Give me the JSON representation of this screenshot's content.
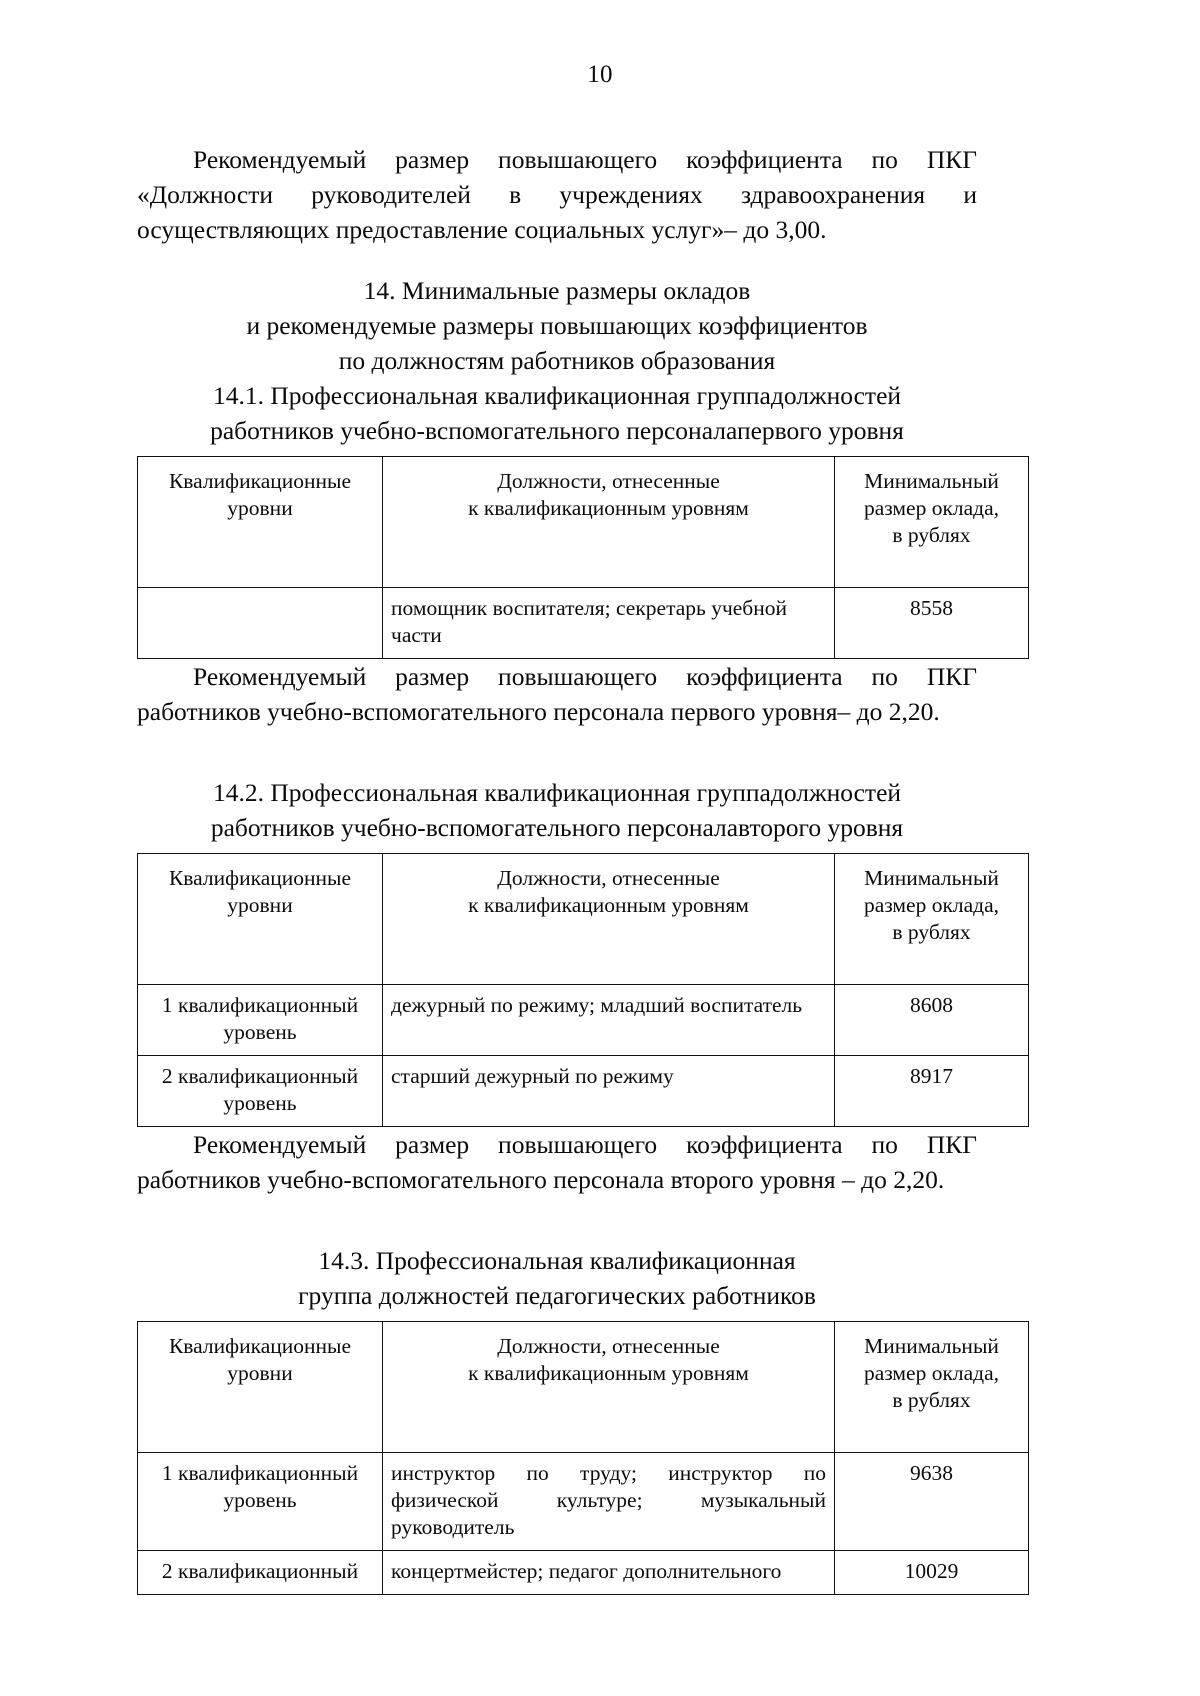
{
  "document": {
    "page_number": "10",
    "language": "ru"
  },
  "intro_paragraph": {
    "text": "Рекомендуемый размер повышающего коэффициента по ПКГ «Должности руководителей в учреждениях здравоохранения и осуществляющих предоставление социальных услуг»– до 3,00."
  },
  "section_14": {
    "title_line1": "14. Минимальные размеры окладов",
    "title_line2": "и рекомендуемые размеры повышающих коэффициентов",
    "title_line3": "по должностям работников образования"
  },
  "subsection_14_1": {
    "heading_line1": "14.1. Профессиональная квалификационная группадолжностей",
    "heading_line2": "работников учебно-вспомогательного персоналапервого уровня",
    "table": {
      "headers": [
        "Квалификационные\nуровни",
        "Должности, отнесенные\nк квалификационным уровням",
        "Минимальный\nразмер оклада,\nв рублях"
      ],
      "header_col1_line1": "Квалификационные",
      "header_col1_line2": "уровни",
      "header_col2_line1": "Должности, отнесенные",
      "header_col2_line2": "к квалификационным уровням",
      "header_col3_line1": "Минимальный",
      "header_col3_line2": "размер оклада,",
      "header_col3_line3": "в рублях",
      "rows": [
        {
          "level": "",
          "positions": "помощник воспитателя; секретарь учебной части",
          "salary": "8558"
        }
      ]
    },
    "note": "Рекомендуемый размер повышающего коэффициента по ПКГ работников учебно-вспомогательного персонала первого уровня– до 2,20."
  },
  "subsection_14_2": {
    "heading_line1": "14.2. Профессиональная квалификационная группадолжностей",
    "heading_line2": "работников учебно-вспомогательного персоналавторого уровня",
    "table": {
      "header_col1_line1": "Квалификационные",
      "header_col1_line2": "уровни",
      "header_col2_line1": "Должности, отнесенные",
      "header_col2_line2": "к квалификационным уровням",
      "header_col3_line1": "Минимальный",
      "header_col3_line2": "размер оклада,",
      "header_col3_line3": "в рублях",
      "rows": [
        {
          "level_line1": "1 квалификационный",
          "level_line2": "уровень",
          "positions": "дежурный по режиму; младший воспитатель",
          "salary": "8608"
        },
        {
          "level_line1": "2 квалификационный",
          "level_line2": "уровень",
          "positions": "старший дежурный по режиму",
          "salary": "8917"
        }
      ]
    },
    "note": "Рекомендуемый размер повышающего коэффициента по ПКГ работников учебно-вспомогательного персонала второго уровня – до 2,20."
  },
  "subsection_14_3": {
    "heading_line1": "14.3. Профессиональная квалификационная",
    "heading_line2": "группа должностей педагогических работников",
    "table": {
      "header_col1_line1": "Квалификационные",
      "header_col1_line2": "уровни",
      "header_col2_line1": "Должности, отнесенные",
      "header_col2_line2": "к квалификационным уровням",
      "header_col3_line1": "Минимальный",
      "header_col3_line2": "размер оклада,",
      "header_col3_line3": "в рублях",
      "rows": [
        {
          "level_line1": "1 квалификационный",
          "level_line2": "уровень",
          "positions": "инструктор по труду; инструктор по физической культуре; музыкальный руководитель",
          "salary": "9638"
        },
        {
          "level_line1": "2 квалификационный",
          "level_line2": "",
          "positions": "концертмейстер; педагог дополнительного",
          "salary": "10029"
        }
      ]
    }
  }
}
